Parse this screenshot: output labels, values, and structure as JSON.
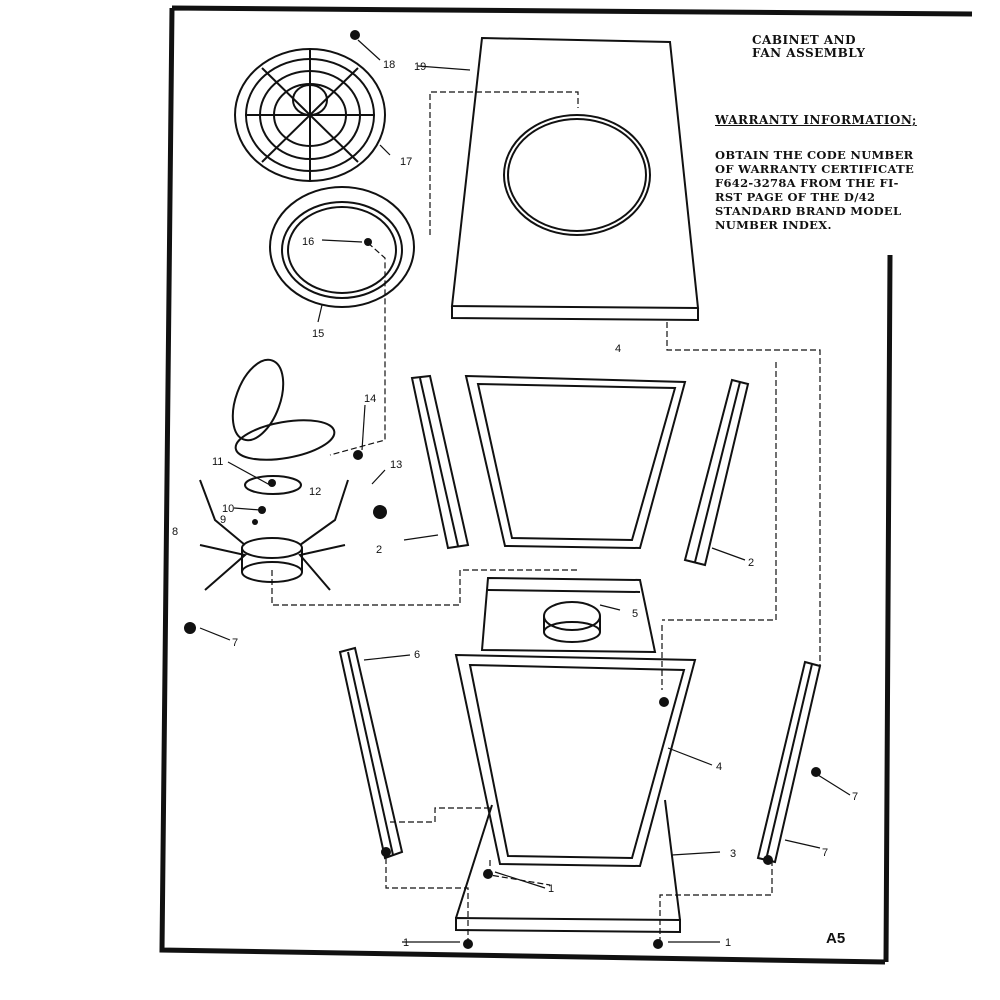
{
  "diagram": {
    "title_lines": [
      "CABINET AND",
      "FAN ASSEMBLY"
    ],
    "warranty_heading": "WARRANTY INFORMATION;",
    "warranty_lines": [
      "OBTAIN THE CODE NUMBER",
      "OF WARRANTY CERTIFICATE",
      "F642-3278A FROM THE FI-",
      "RST PAGE OF THE D/42",
      "STANDARD BRAND MODEL",
      "NUMBER INDEX."
    ],
    "page_id": "A5",
    "callouts": [
      "18",
      "19",
      "17",
      "16",
      "15",
      "14",
      "13",
      "11",
      "12",
      "10",
      "9",
      "8",
      "7",
      "4",
      "2",
      "2",
      "5",
      "6",
      "4",
      "7",
      "3",
      "7",
      "1",
      "1",
      "1"
    ]
  }
}
